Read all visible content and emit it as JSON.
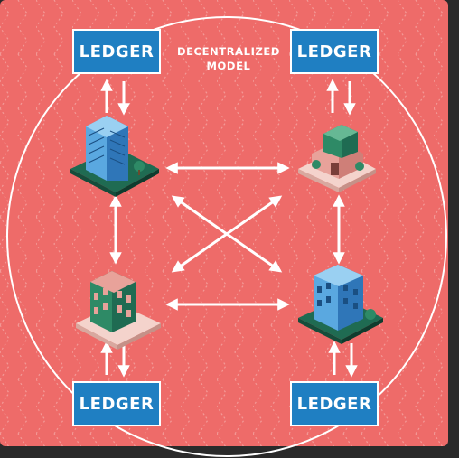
{
  "diagram": {
    "title_line1": "DECENTRALIZED",
    "title_line2": "MODEL",
    "ledger_label": "LEDGER",
    "nodes": [
      {
        "id": "top-left",
        "ledger": "LEDGER"
      },
      {
        "id": "top-right",
        "ledger": "LEDGER"
      },
      {
        "id": "bottom-left",
        "ledger": "LEDGER"
      },
      {
        "id": "bottom-right",
        "ledger": "LEDGER"
      }
    ]
  },
  "colors": {
    "background": "#ee6b69",
    "ledger_box": "#1f7fc2",
    "arrow": "#ffffff",
    "building_blue": "#3d8fd0",
    "building_pink": "#e8a29a",
    "grass": "#1f6b52"
  }
}
